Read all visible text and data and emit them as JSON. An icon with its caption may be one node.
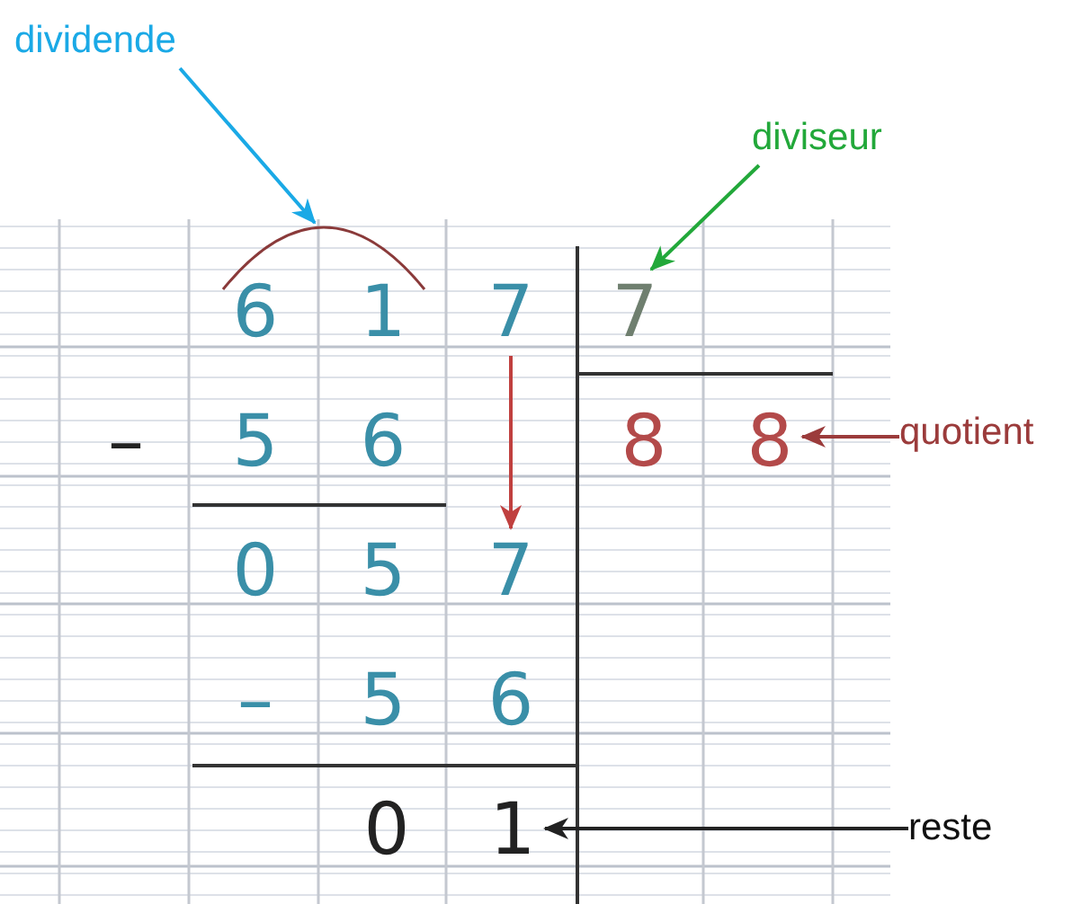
{
  "diagram": {
    "nodes": [
      {
        "text": [
          "dividende"
        ]
      },
      {
        "text": [
          "diviseur"
        ]
      },
      {
        "text": [],
        "shape": "arc"
      },
      {
        "text": [
          "7"
        ]
      },
      {
        "text": [
          "7"
        ]
      },
      {
        "text": [
          "8"
        ]
      },
      {
        "text": [
          "quotient"
        ]
      },
      {
        "text": [
          "7"
        ]
      },
      {
        "text": [
          "reste"
        ]
      },
      {
        "text": [
          "1"
        ]
      }
    ],
    "edges": [
      {
        "from": 0,
        "to": 2,
        "arrow": "to",
        "color": "#1aa9e6"
      },
      {
        "from": 1,
        "to": 4,
        "arrow": "to",
        "color": "#22a83a"
      },
      {
        "from": 6,
        "to": 5,
        "arrow": "to",
        "color": "#9b3b3b"
      },
      {
        "from": 3,
        "to": 7,
        "arrow": "to",
        "color": "#c0403f"
      },
      {
        "from": 8,
        "to": 9,
        "arrow": "to",
        "color": "#222222"
      }
    ],
    "labels": [
      "6",
      "1",
      "–",
      "5",
      "6",
      "8",
      "0",
      "5",
      "–",
      "5",
      "6",
      "0"
    ]
  }
}
